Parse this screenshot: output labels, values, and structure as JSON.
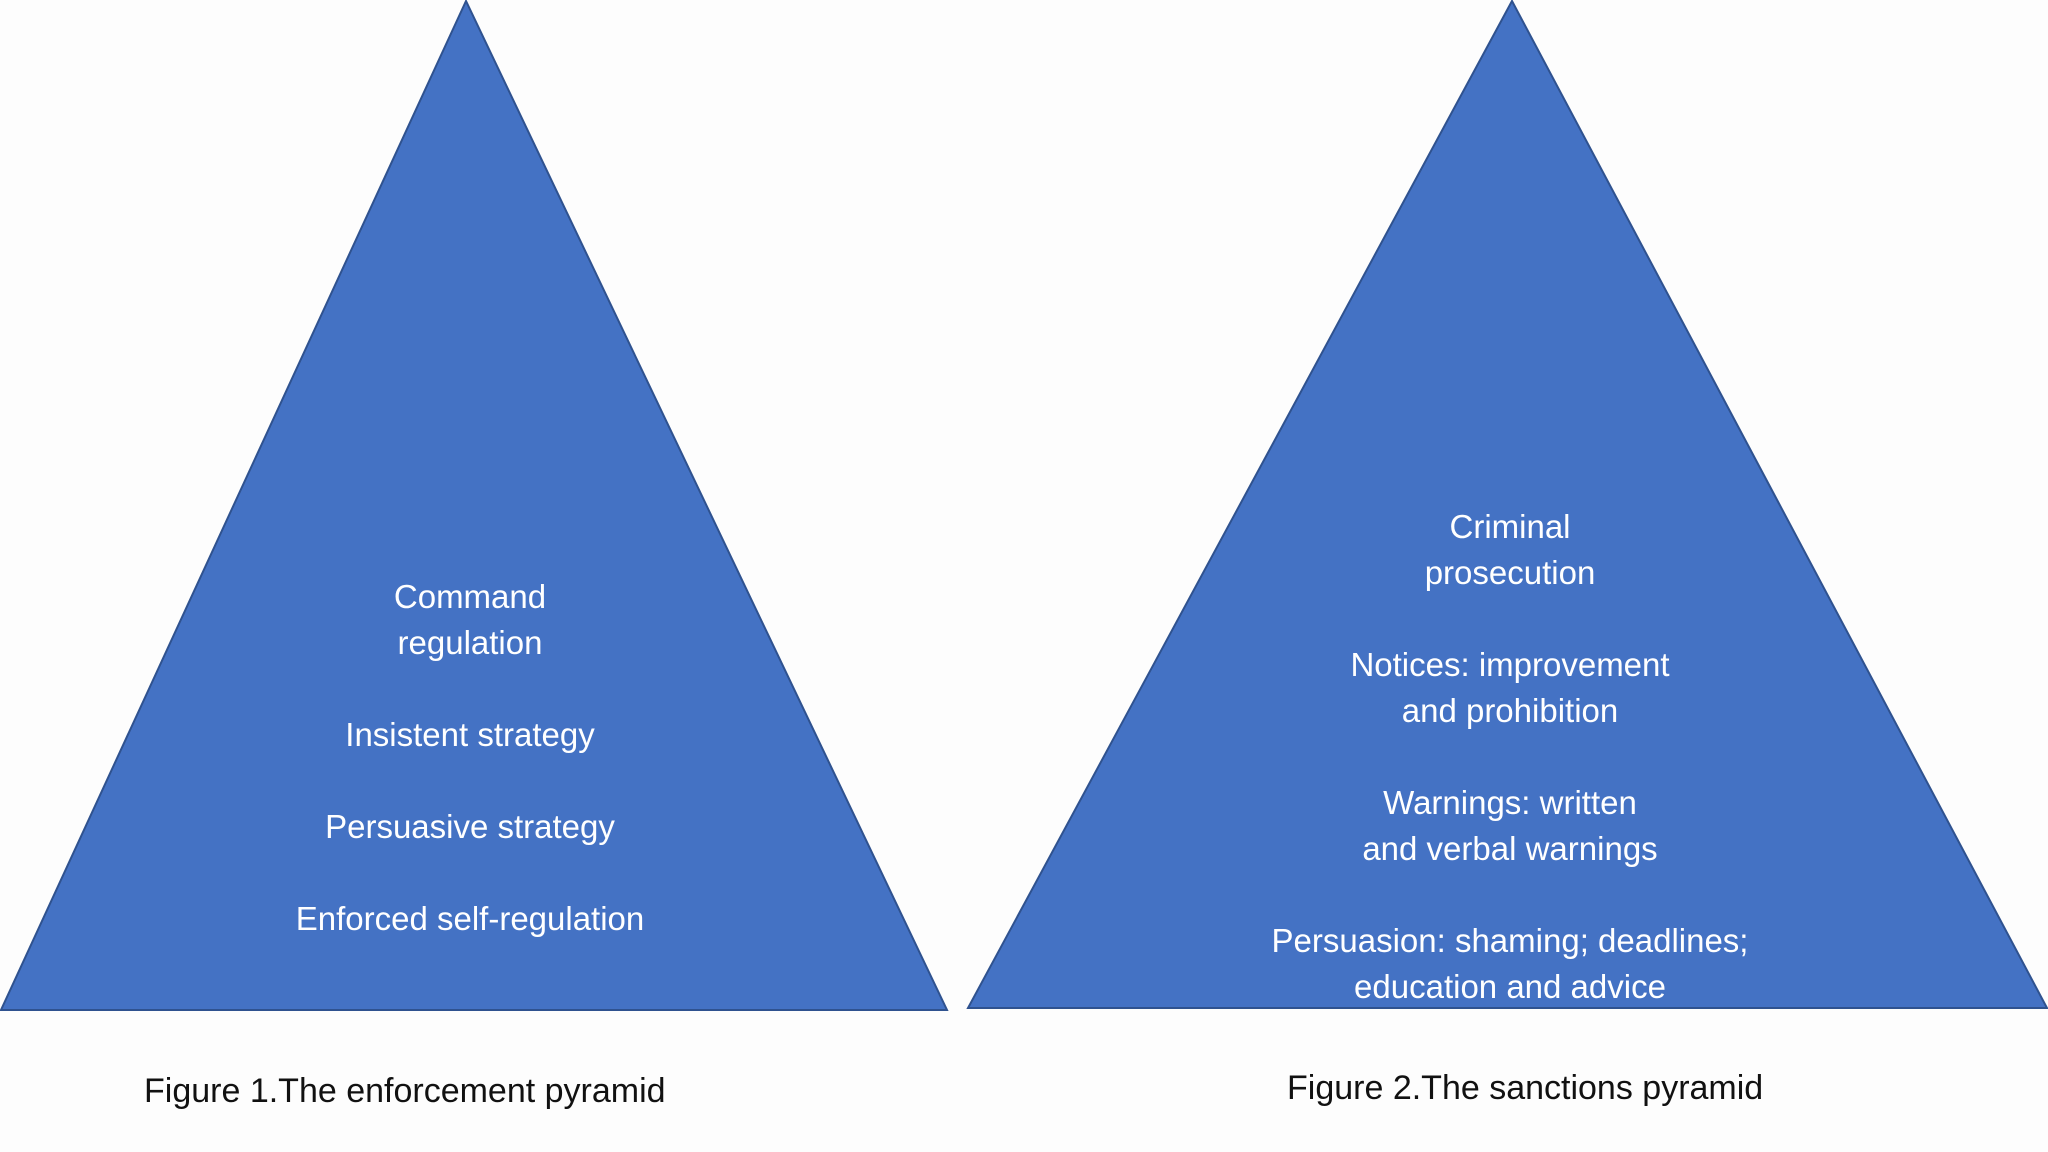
{
  "colors": {
    "fill": "#4472C4",
    "stroke": "#2F528F",
    "text": "#FFFFFF",
    "caption": "#111111"
  },
  "pyramid1": {
    "levels": [
      "Command\nregulation",
      "Insistent strategy",
      "Persuasive strategy",
      "Enforced self-regulation"
    ],
    "caption": "Figure 1.The enforcement pyramid"
  },
  "pyramid2": {
    "levels": [
      "Criminal\nprosecution",
      "Notices: improvement\nand prohibition",
      "Warnings: written\nand verbal warnings",
      "Persuasion: shaming; deadlines;\neducation and advice"
    ],
    "caption": "Figure 2.The sanctions pyramid"
  }
}
